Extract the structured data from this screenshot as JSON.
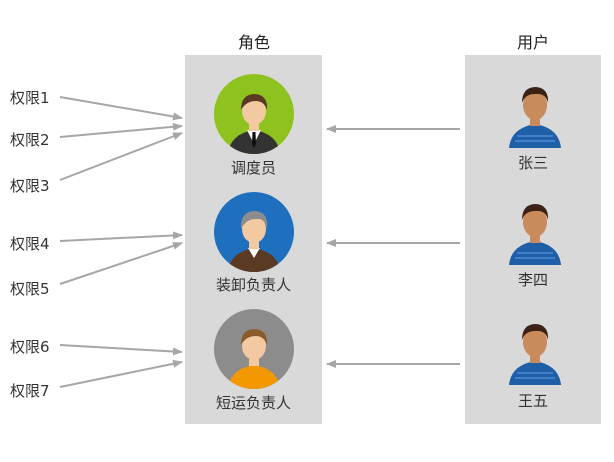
{
  "headers": {
    "roles": "角色",
    "users": "用户"
  },
  "permissions": [
    "权限1",
    "权限2",
    "权限3",
    "权限4",
    "权限5",
    "权限6",
    "权限7"
  ],
  "roles": [
    {
      "name": "调度员",
      "circle_color": "#8dc21f",
      "shirt_color": "#333333"
    },
    {
      "name": "装卸负责人",
      "circle_color": "#1f6fbf",
      "shirt_color": "#5a3a22"
    },
    {
      "name": "短运负责人",
      "circle_color": "#8c8c8c",
      "shirt_color": "#f39800"
    }
  ],
  "users": [
    {
      "name": "张三"
    },
    {
      "name": "李四"
    },
    {
      "name": "王五"
    }
  ],
  "colors": {
    "panel": "#d9d9d9",
    "arrow": "#a6a6a6",
    "user_shirt": "#1f5fa8",
    "skin_user": "#c98a5c",
    "hair": "#3a2214",
    "skin_role": "#f2c9a0"
  }
}
